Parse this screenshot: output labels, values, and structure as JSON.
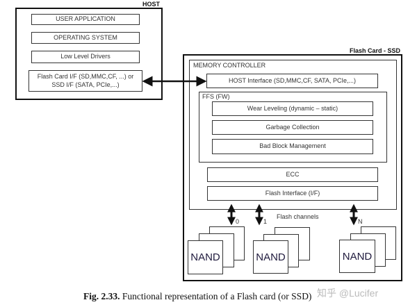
{
  "host": {
    "title": "HOST",
    "layers": [
      "USER APPLICATION",
      "OPERATING SYSTEM",
      "Low Level Drivers"
    ],
    "interface_line1": "Flash Card I/F (SD,MMC,CF, ...) or",
    "interface_line2": "SSD I/F (SATA, PCIe,...)"
  },
  "device": {
    "title": "Flash Card - SSD",
    "controller_title": "MEMORY CONTROLLER",
    "host_interface": "HOST Interface (SD,MMC,CF, SATA, PCIe,...)",
    "ffs": {
      "title": "FFS (FW)",
      "modules": [
        "Wear Leveling (dynamic – static)",
        "Garbage Collection",
        "Bad Block Management"
      ]
    },
    "ecc": "ECC",
    "flash_interface": "Flash Interface (I/F)",
    "channels_label": "Flash channels",
    "channels": [
      "0",
      "1",
      "N"
    ],
    "nand_label": "NAND"
  },
  "caption": {
    "number": "Fig. 2.33.",
    "text": " Functional representation of a Flash card (or SSD)"
  },
  "watermark": "知乎 @Lucifer",
  "colors": {
    "line": "#111111",
    "nand_text": "#1f1a3d"
  }
}
